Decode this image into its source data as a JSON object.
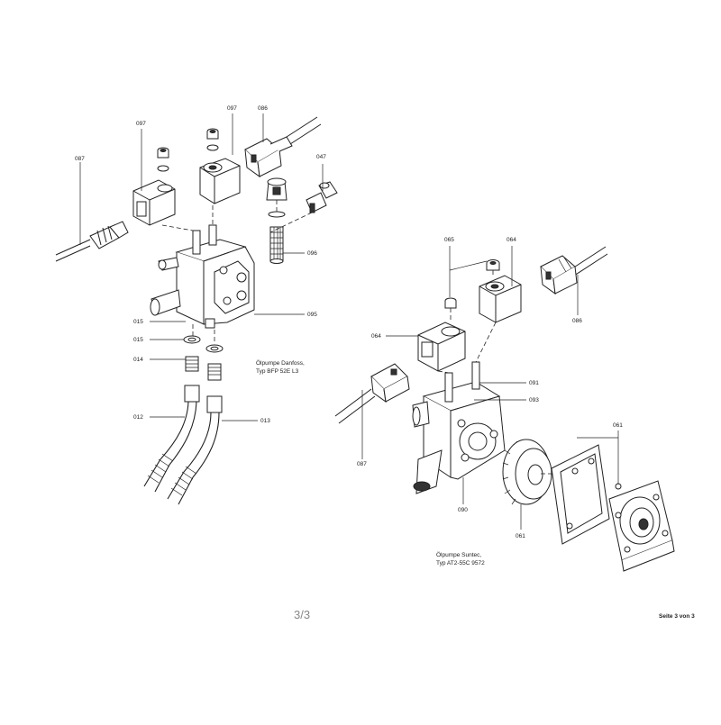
{
  "labels": {
    "l097a": "097",
    "l097b": "097",
    "l086a": "086",
    "l087a": "087",
    "l047": "047",
    "l096": "096",
    "l095": "095",
    "l015a": "015",
    "l015b": "015",
    "l014": "014",
    "l012": "012",
    "l013": "013",
    "l065": "065",
    "l064a": "064",
    "l064b": "064",
    "l086b": "086",
    "l091": "091",
    "l093": "093",
    "l087b": "087",
    "l090": "090",
    "l061a": "061",
    "l061b": "061"
  },
  "captions": {
    "danfoss_line1": "Ölpumpe Danfoss,",
    "danfoss_line2": "Typ BFP 52E L3",
    "suntec_line1": "Ölpumpe Suntec,",
    "suntec_line2": "Typ AT2-55C 9572"
  },
  "page": {
    "number": "3/3",
    "footer": "Seite 3 von 3"
  }
}
